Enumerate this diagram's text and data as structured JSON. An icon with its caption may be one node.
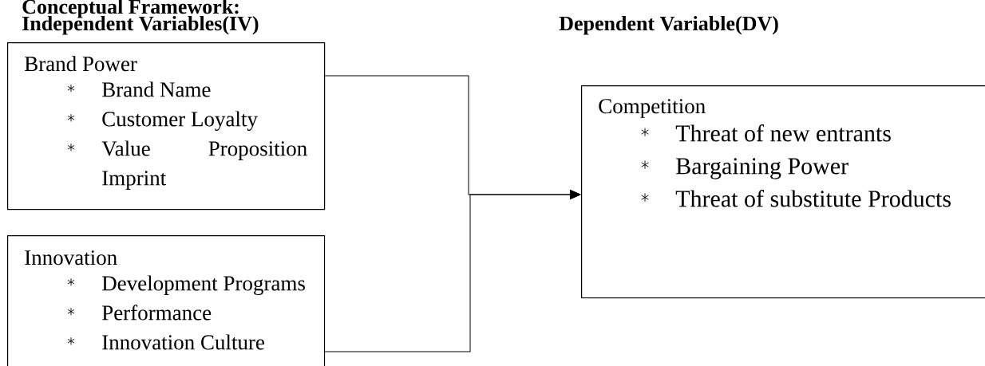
{
  "diagram": {
    "title": "Conceptual Framework:",
    "nodes": [
      {
        "text": [
          "Brand Power",
          "Brand Name",
          "Customer Loyalty",
          "Value Proposition Imprint"
        ]
      },
      {
        "text": [
          "Innovation",
          "Development Programs",
          "Performance",
          "Innovation Culture"
        ]
      },
      {
        "text": [
          "Competition",
          "Threat of new entrants",
          "Bargaining Power",
          "Threat of substitute Products"
        ]
      }
    ],
    "edges": [
      {
        "from": 0,
        "to": 2,
        "arrow": "to"
      },
      {
        "from": 1,
        "to": 2,
        "arrow": "to"
      }
    ],
    "labels": [
      "Independent Variables(IV)",
      "Dependent Variable(DV)"
    ]
  }
}
